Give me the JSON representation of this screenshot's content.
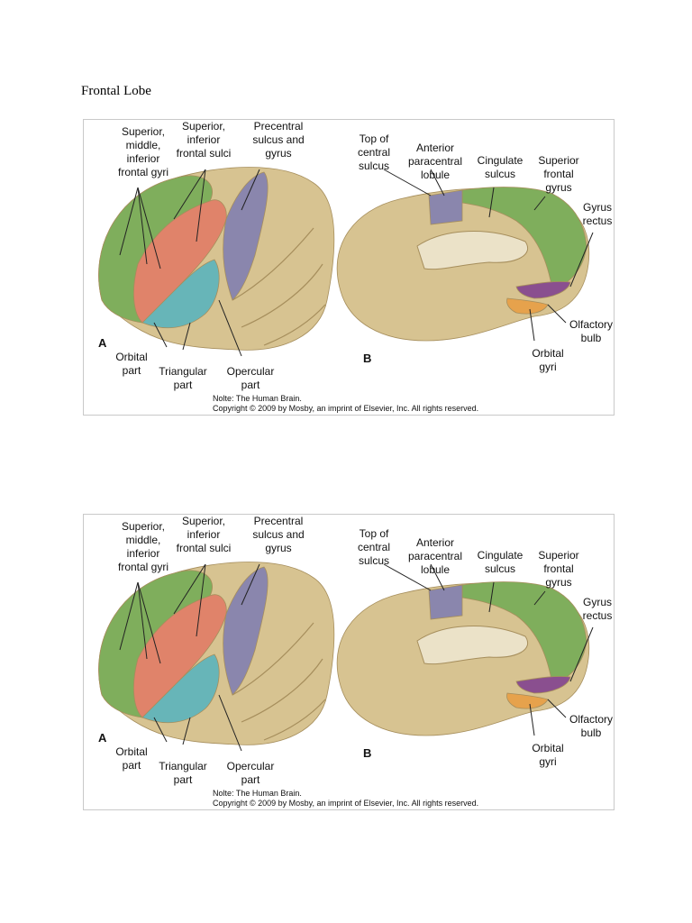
{
  "page": {
    "title": "Frontal Lobe"
  },
  "figure": {
    "lateral": {
      "panel_label": "A",
      "labels": {
        "gyri": "Superior,\nmiddle,\ninferior\nfrontal gyri",
        "sulci": "Superior,\ninferior\nfrontal sulci",
        "precentral": "Precentral\nsulcus and\ngyrus",
        "orbital": "Orbital\npart",
        "triangular": "Triangular\npart",
        "opercular": "Opercular\npart"
      }
    },
    "medial": {
      "panel_label": "B",
      "labels": {
        "top_central": "Top of\ncentral\nsulcus",
        "paracentral": "Anterior\nparacentral\nlobule",
        "cingulate": "Cingulate\nsulcus",
        "superior_frontal": "Superior\nfrontal\ngyrus",
        "gyrus_rectus": "Gyrus\nrectus",
        "olfactory": "Olfactory\nbulb",
        "orbital_gyri": "Orbital\ngyri"
      }
    },
    "credit_line1": "Nolte: The Human Brain.",
    "credit_line2": "Copyright © 2009 by Mosby, an imprint of Elsevier, Inc. All rights reserved."
  },
  "colors": {
    "brain": "#d7c391",
    "brain_dark": "#a68e5c",
    "green": "#7fae5c",
    "salmon": "#e0836a",
    "teal": "#67b5b8",
    "purple": "#8a86ad",
    "orange": "#e6a24c",
    "magenta": "#8a4f8f"
  }
}
